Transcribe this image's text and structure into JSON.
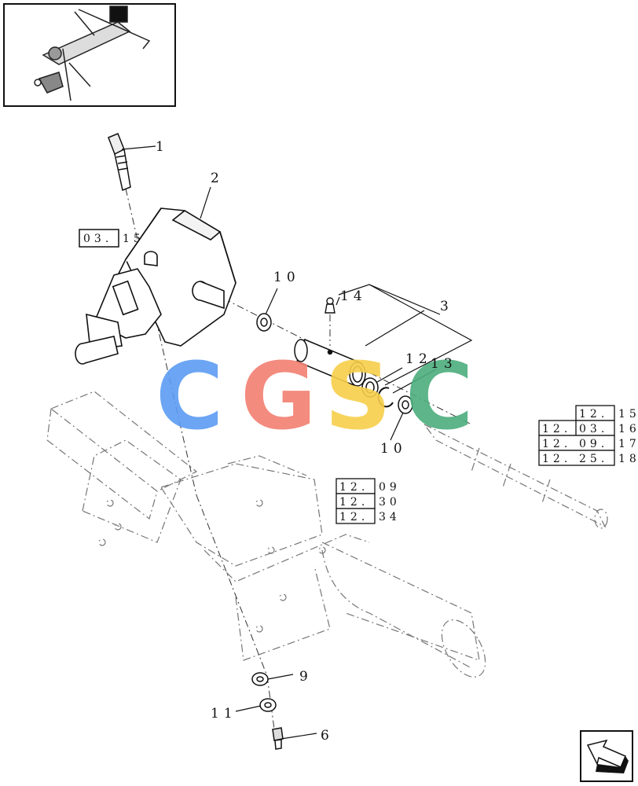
{
  "callouts": {
    "c1": "1",
    "c2": "2",
    "c3": "3",
    "c6": "6",
    "c9": "9",
    "c10a": "10",
    "c10b": "10",
    "c11": "11",
    "c12": "12",
    "c13": "13",
    "c14": "14"
  },
  "refs": {
    "r0315": {
      "prefix": "03.",
      "suffix": "15"
    },
    "r1215": {
      "prefix": "12.",
      "suffix": "15"
    },
    "r1216": {
      "prefix": "12.",
      "suffix": "16",
      "overprint": "03."
    },
    "r1217": {
      "prefix": "12.",
      "suffix": "17",
      "overprint": "09."
    },
    "r1218": {
      "prefix": "12.",
      "suffix": "18",
      "overprint": "25."
    },
    "r1209": {
      "prefix": "12.",
      "suffix": "09"
    },
    "r1230": {
      "prefix": "12.",
      "suffix": "30"
    },
    "r1234": {
      "prefix": "12.",
      "suffix": "34"
    }
  },
  "watermark": {
    "letters": [
      "C",
      "G",
      "S",
      "C"
    ],
    "colors": [
      "#5b9cf2",
      "#f27f72",
      "#f7cf4a",
      "#4cae7d"
    ]
  },
  "colors": {
    "line": "#111111",
    "ghost": "#777777"
  }
}
